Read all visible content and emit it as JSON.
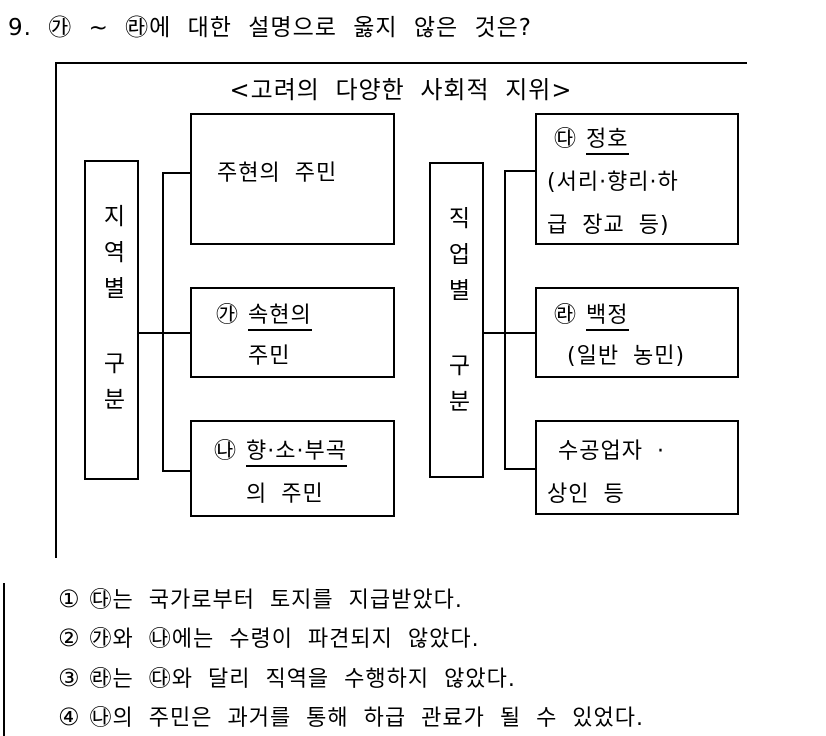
{
  "question": {
    "text": "9. ㉮ ~ ㉱에 대한 설명으로 옳지 않은 것은?"
  },
  "diagram": {
    "title": "<고려의 다양한 사회적 지위>",
    "left_category": "지역별 구분",
    "right_category": "직업별 구분",
    "boxes": {
      "juhyeon": {
        "line1": "주현의 주민"
      },
      "sokhyeon": {
        "marker": "㉮",
        "term": "속현의",
        "line2": "주민"
      },
      "hyangsobugok": {
        "marker": "㉯",
        "term": "향·소·부곡",
        "line2": "의 주민"
      },
      "jeongho": {
        "marker": "㉰",
        "term": "정호",
        "line2": "(서리·향리·하",
        "line3": "급 장교 등)"
      },
      "baekjeong": {
        "marker": "㉱",
        "term": "백정",
        "line2": "(일반 농민)"
      },
      "artisan": {
        "line1": "수공업자 ·",
        "line2": "상인 등"
      }
    }
  },
  "options": [
    {
      "num": "①",
      "text": "㉰는 국가로부터 토지를 지급받았다."
    },
    {
      "num": "②",
      "text": "㉮와 ㉯에는 수령이 파견되지 않았다."
    },
    {
      "num": "③",
      "text": "㉱는 ㉰와 달리 직역을 수행하지 않았다."
    },
    {
      "num": "④",
      "text": "㉯의 주민은 과거를 통해 하급 관료가 될 수 있었다."
    }
  ],
  "colors": {
    "text": "#000000",
    "background": "#ffffff",
    "line": "#000000"
  }
}
